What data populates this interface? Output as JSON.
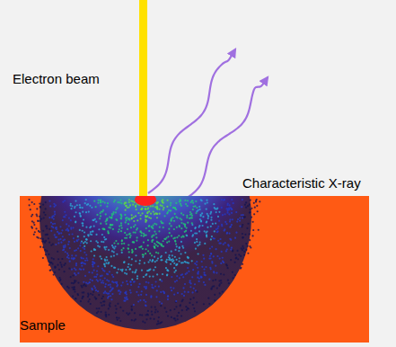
{
  "diagram": {
    "nodes": [
      {
        "text": [
          "Sample"
        ]
      }
    ],
    "labels": [
      "Electron beam",
      "Characteristic X-ray"
    ]
  }
}
